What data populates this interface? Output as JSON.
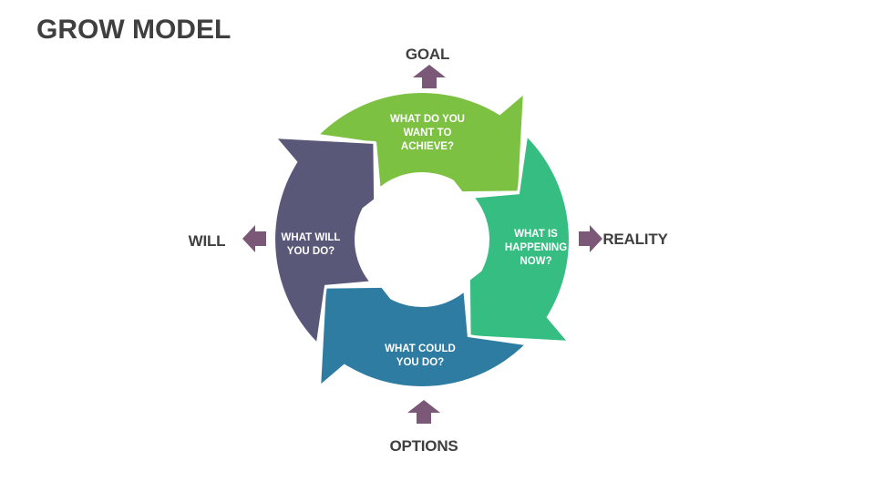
{
  "title": "GROW MODEL",
  "colors": {
    "background": "#ffffff",
    "title_text": "#3f3f3f",
    "outer_label_text": "#3f3f3f",
    "segment_text": "#ffffff",
    "goal_arc": "#7cc142",
    "reality_arc": "#35bd82",
    "options_arc": "#2f7ca3",
    "will_arc": "#5a5878",
    "pointer_arrow": "#7b5877"
  },
  "diagram": {
    "description": "GROW coaching model cycle of four curved arrows",
    "segments": [
      {
        "key": "goal",
        "outer_label": "GOAL",
        "lines": [
          "WHAT DO YOU",
          "WANT TO",
          "ACHIEVE?"
        ],
        "color": "#7cc142",
        "position": "top",
        "pointer_direction": "up"
      },
      {
        "key": "reality",
        "outer_label": "REALITY",
        "lines": [
          "WHAT IS",
          "HAPPENING",
          "NOW?"
        ],
        "color": "#35bd82",
        "position": "right",
        "pointer_direction": "right"
      },
      {
        "key": "options",
        "outer_label": "OPTIONS",
        "lines": [
          "WHAT COULD",
          "YOU DO?"
        ],
        "color": "#2f7ca3",
        "position": "bottom",
        "pointer_direction": "up"
      },
      {
        "key": "will",
        "outer_label": "WILL",
        "lines": [
          "WHAT WILL",
          "YOU DO?"
        ],
        "color": "#5a5878",
        "position": "left",
        "pointer_direction": "left"
      }
    ]
  }
}
